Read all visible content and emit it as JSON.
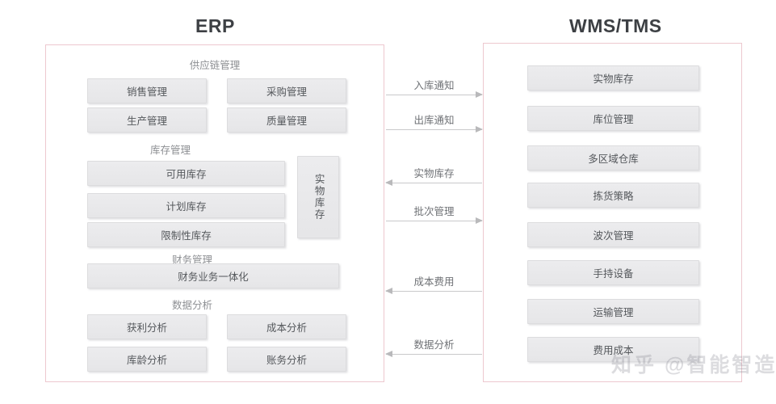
{
  "erp": {
    "title": "ERP",
    "sections": [
      {
        "label": "供应链管理",
        "boxes": [
          "销售管理",
          "采购管理",
          "生产管理",
          "质量管理"
        ]
      },
      {
        "label": "库存管理",
        "boxes": [
          "可用库存",
          "计划库存",
          "限制性库存"
        ],
        "side_box": "实物库存"
      },
      {
        "label": "财务管理",
        "boxes": [
          "财务业务一体化"
        ]
      },
      {
        "label": "数据分析",
        "boxes": [
          "获利分析",
          "成本分析",
          "库龄分析",
          "账务分析"
        ]
      }
    ]
  },
  "wms": {
    "title": "WMS/TMS",
    "boxes": [
      "实物库存",
      "库位管理",
      "多区域仓库",
      "拣货策略",
      "波次管理",
      "手持设备",
      "运输管理",
      "费用成本"
    ]
  },
  "flows": [
    {
      "label": "入库通知",
      "direction": "to-right"
    },
    {
      "label": "出库通知",
      "direction": "to-right"
    },
    {
      "label": "实物库存",
      "direction": "to-left"
    },
    {
      "label": "批次管理",
      "direction": "to-right"
    },
    {
      "label": "成本费用",
      "direction": "to-left"
    },
    {
      "label": "数据分析",
      "direction": "to-left"
    }
  ],
  "watermark": "知乎 @智能智造",
  "colors": {
    "panel_border": "#edc8cf",
    "box_fill": "#e9e9eb",
    "box_border": "#dcdcde",
    "title_text": "#3d4044",
    "label_text": "#8d8f93",
    "arrow": "#c9c9cb"
  }
}
